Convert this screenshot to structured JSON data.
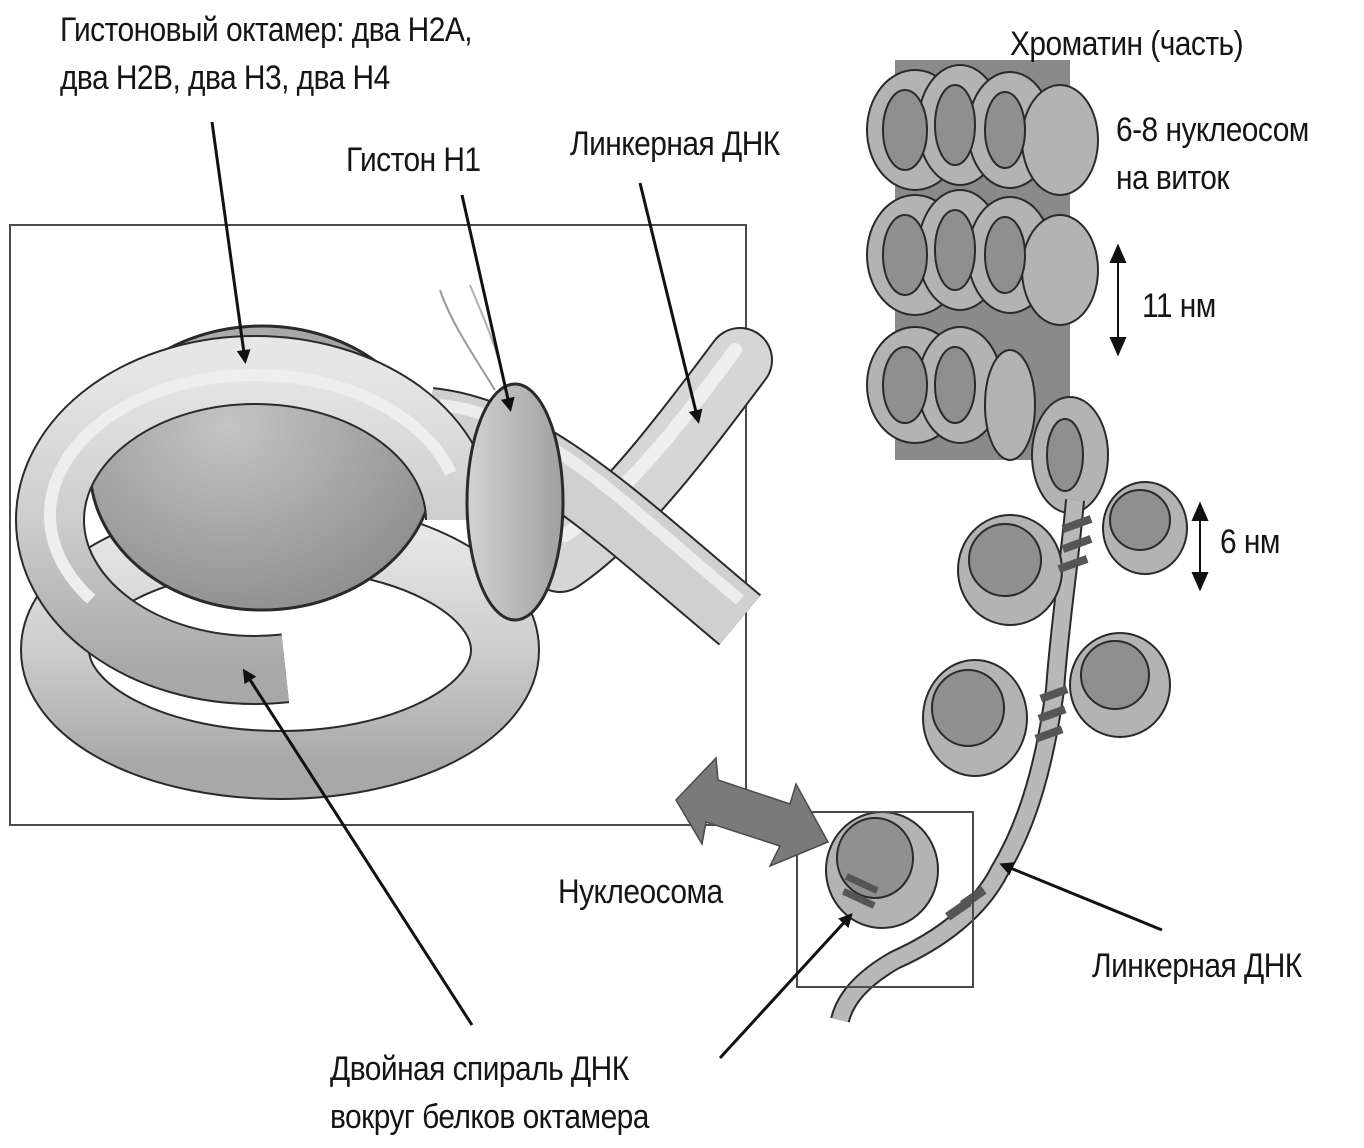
{
  "labels": {
    "octamer_line1": "Гистоновый октамер: два Н2А,",
    "octamer_line2": "два Н2В, два Н3, два Н4",
    "histone_h1": "Гистон Н1",
    "linker_dna_top": "Линкерная ДНК",
    "chromatin_title": "Хроматин (часть)",
    "nucleosomes_line1": "6-8 нуклеосом",
    "nucleosomes_line2": "на виток",
    "dim_11nm": "11 нм",
    "dim_6nm": "6 нм",
    "nucleosome": "Нуклеосома",
    "linker_dna_bottom": "Линкерная ДНК",
    "double_helix_line1": "Двойная спираль ДНК",
    "double_helix_line2": "вокруг белков октамера"
  },
  "colors": {
    "background": "#ffffff",
    "text": "#151515",
    "outline": "#2a2a2a",
    "core_fill": "#a9a9a9",
    "dna_fill": "#cfcfcf",
    "dna_highlight": "#ececec",
    "linker_stripe": "#555555",
    "arrow_fill": "#7a7a7a"
  }
}
